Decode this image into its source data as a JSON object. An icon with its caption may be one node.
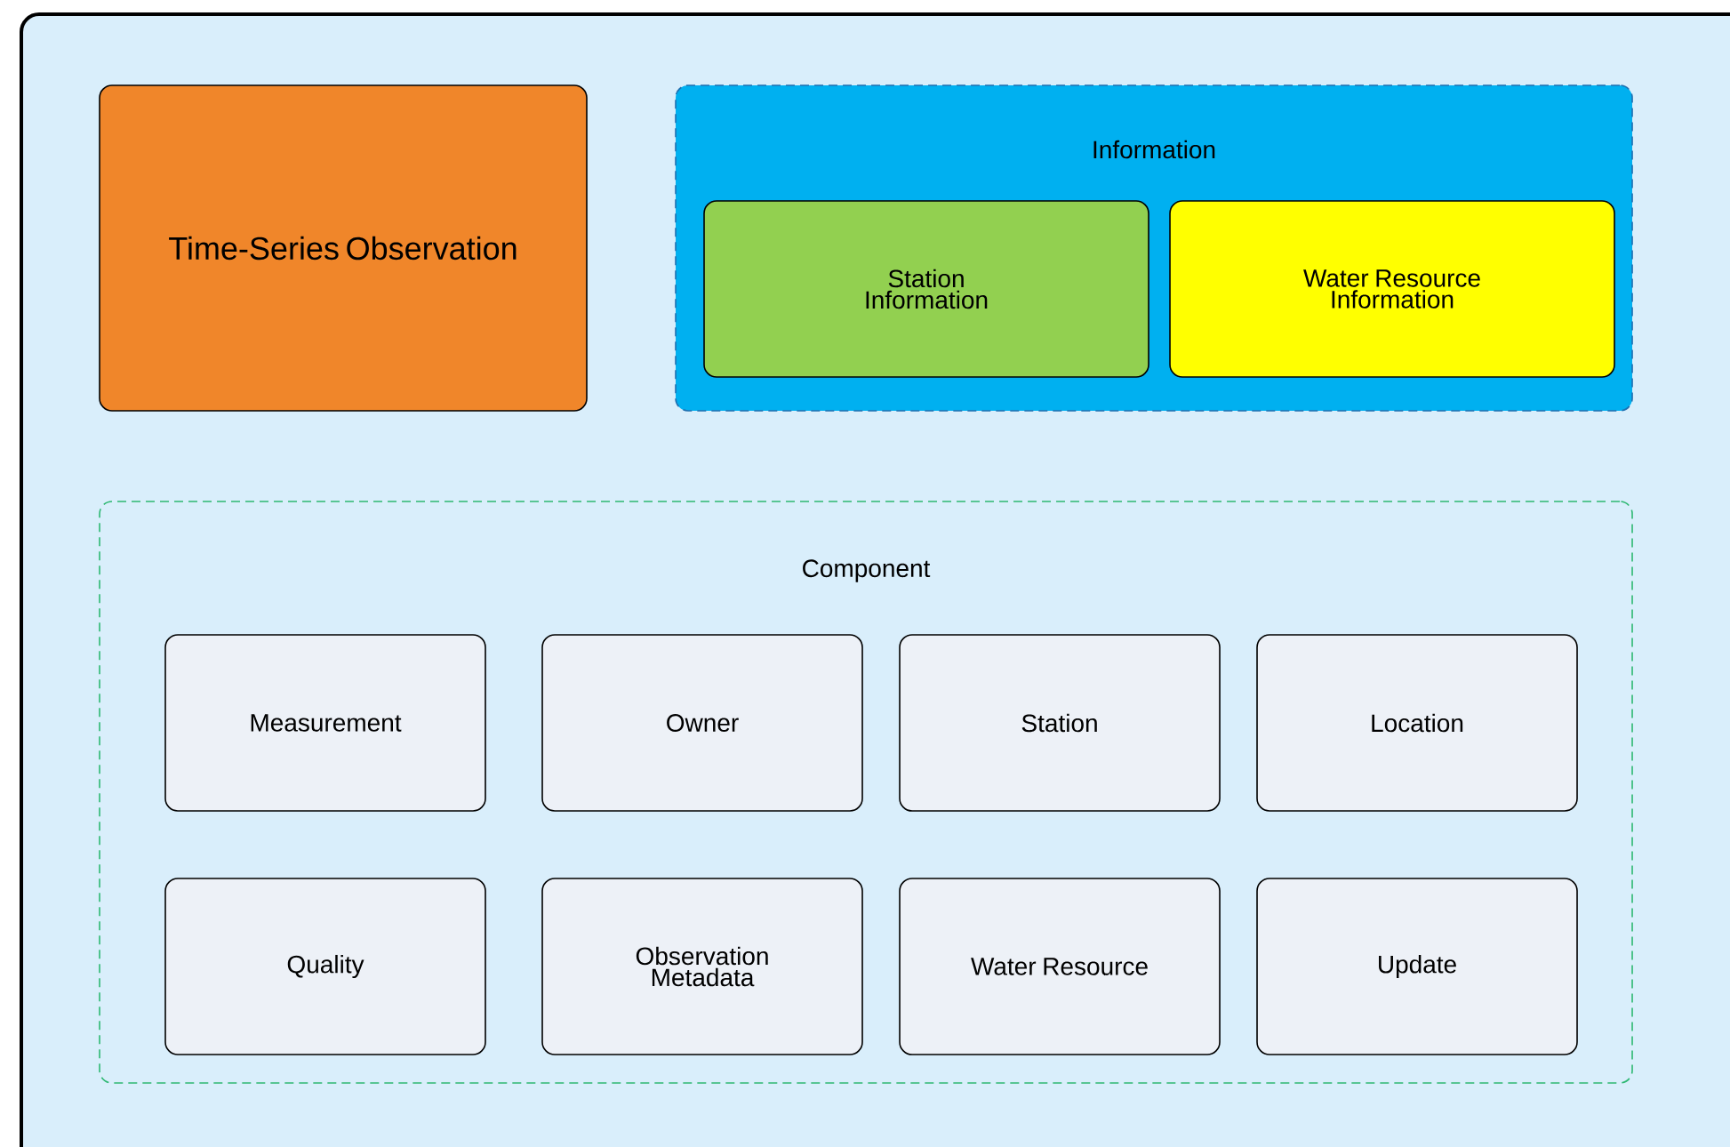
{
  "diagram": {
    "nodes": [
      {
        "text": [
          "Time-Series Observation"
        ]
      },
      {
        "text": [
          "Information"
        ]
      },
      {
        "text": [
          "Station Information"
        ],
        "in": 1
      },
      {
        "text": [
          "Water Resource Information"
        ],
        "in": 1
      },
      {
        "text": [
          "Component"
        ]
      },
      {
        "text": [
          "Measurement"
        ],
        "in": 4
      },
      {
        "text": [
          "Owner"
        ],
        "in": 4
      },
      {
        "text": [
          "Station"
        ],
        "in": 4
      },
      {
        "text": [
          "Location"
        ],
        "in": 4
      },
      {
        "text": [
          "Quality"
        ],
        "in": 4
      },
      {
        "text": [
          "Observation Metadata"
        ],
        "in": 4
      },
      {
        "text": [
          "Water Resource"
        ],
        "in": 4
      },
      {
        "text": [
          "Update"
        ],
        "in": 4
      }
    ]
  }
}
